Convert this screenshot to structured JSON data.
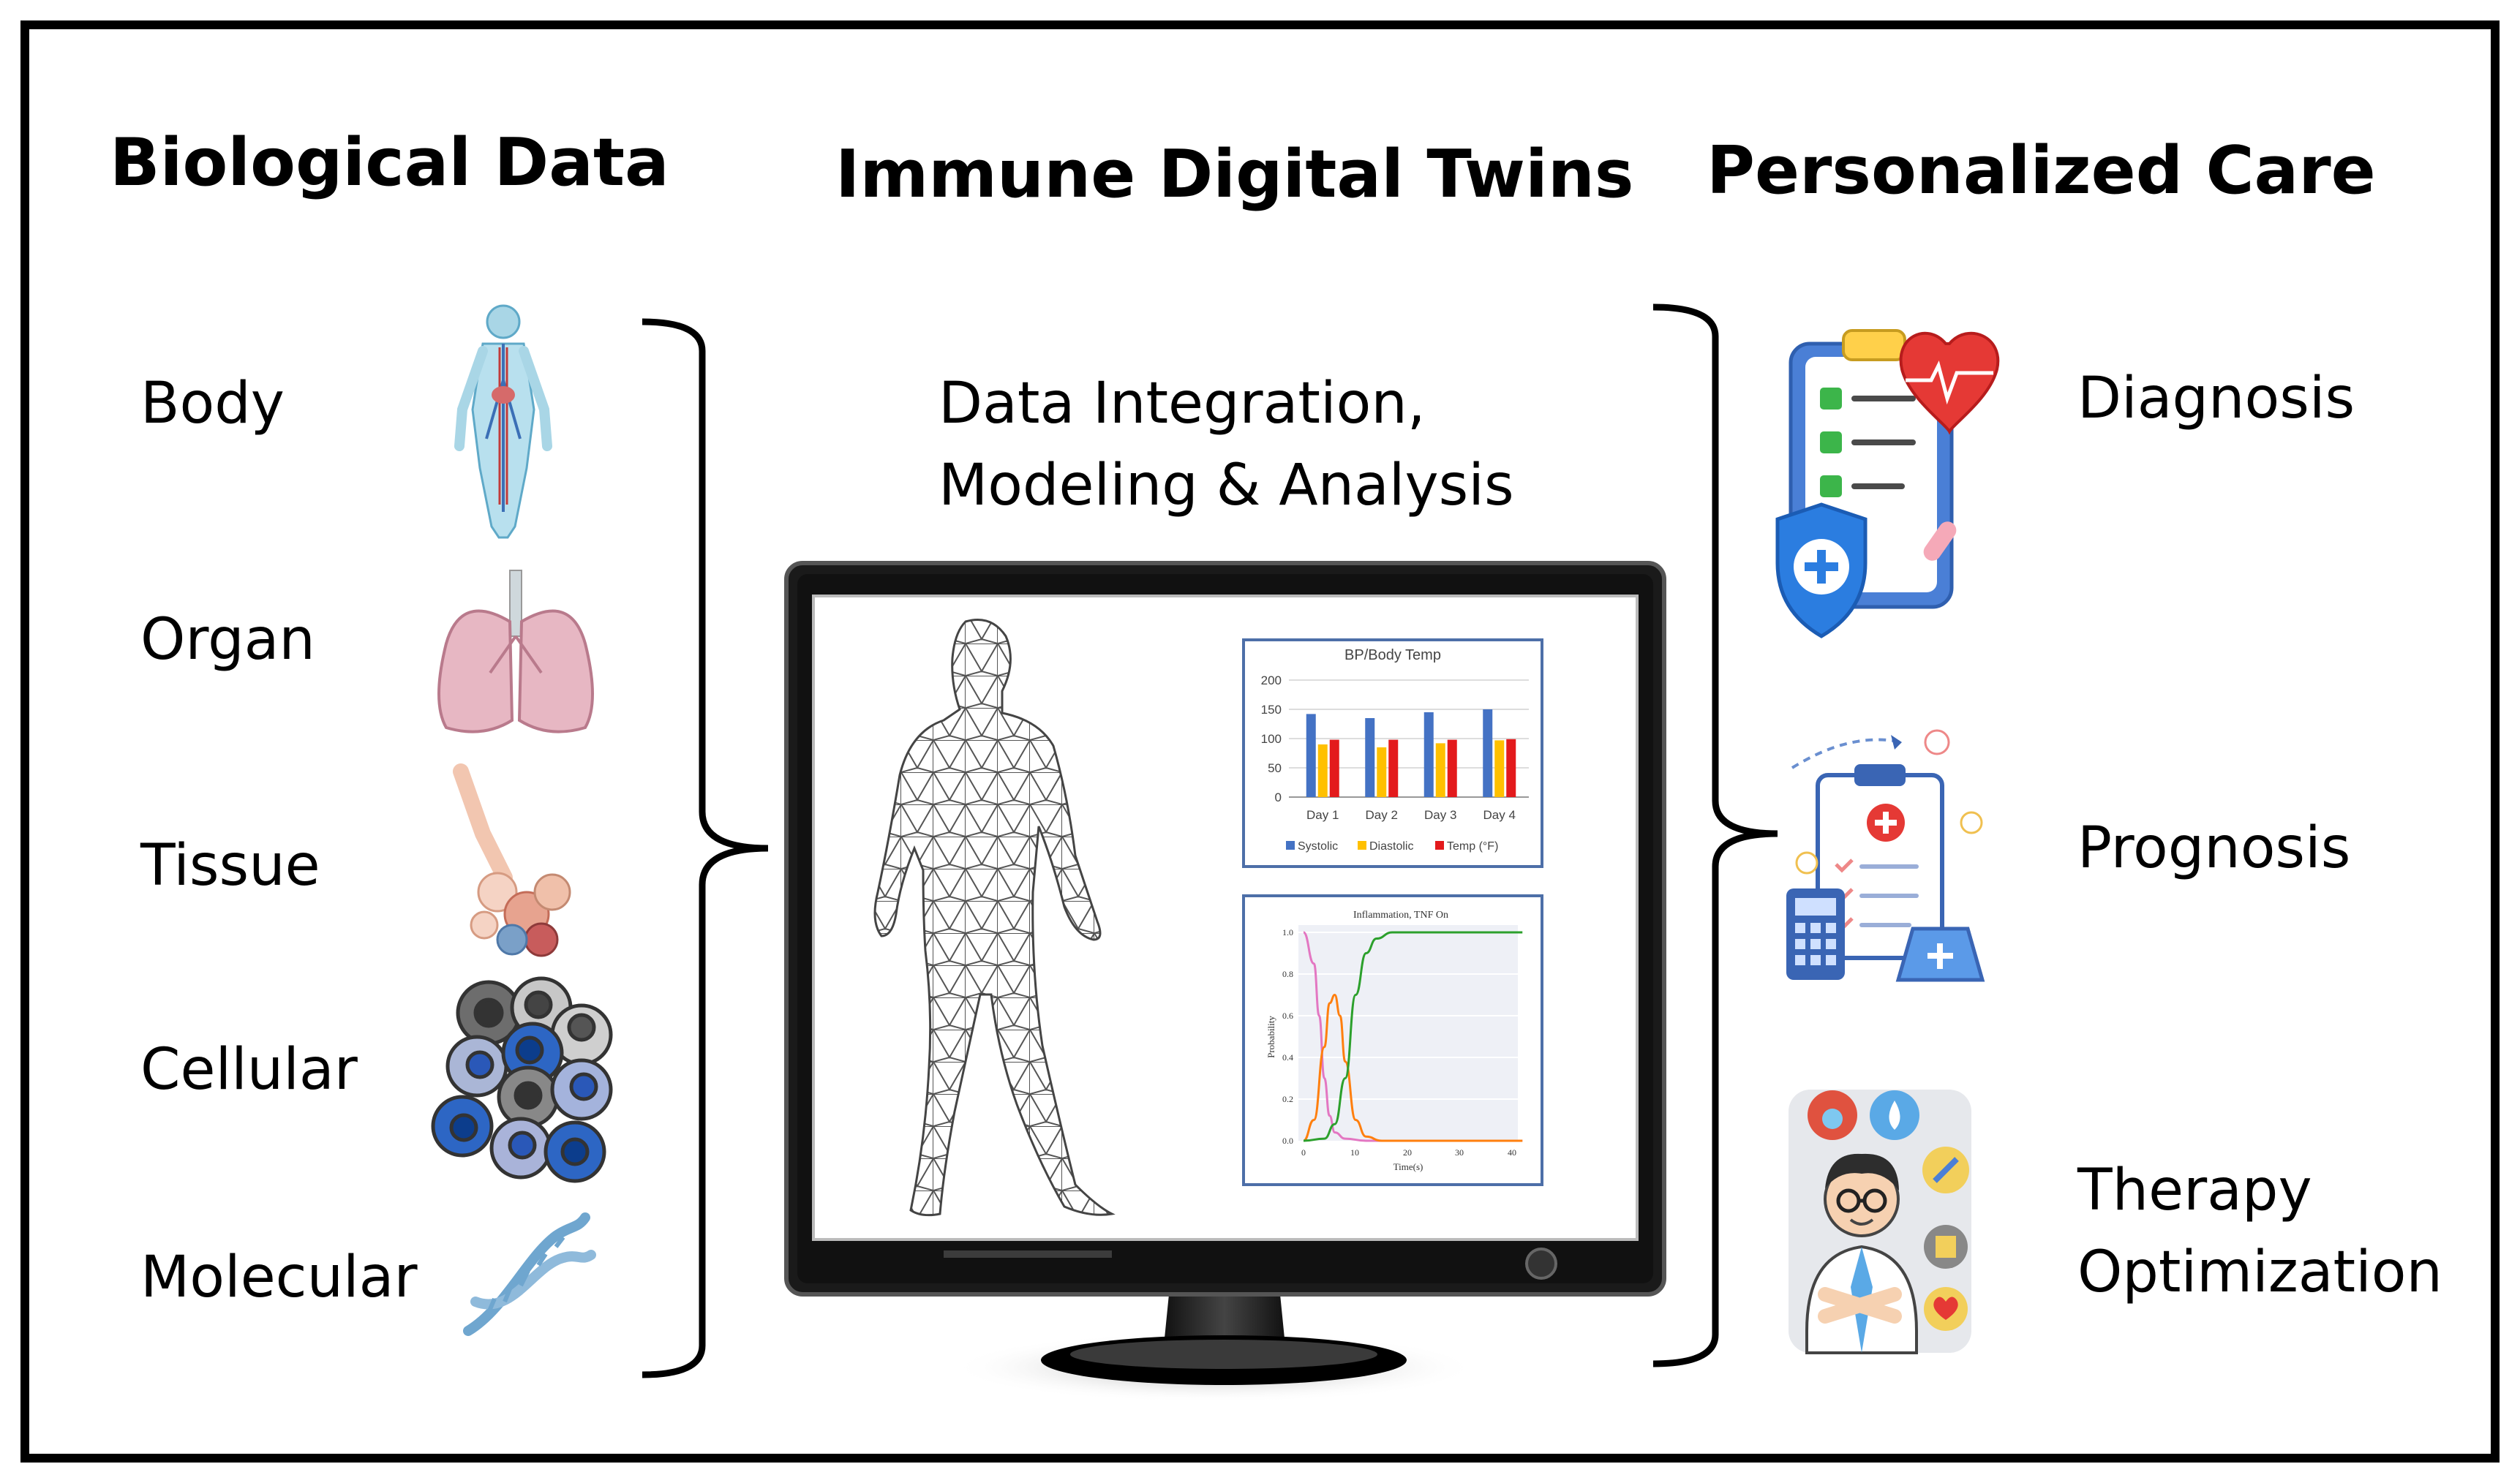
{
  "headings": {
    "biological_data": "Biological Data",
    "immune_digital_twins": "Immune Digital Twins",
    "personalized_care": "Personalized Care"
  },
  "biological_levels": [
    {
      "label": "Body",
      "icon": "human-body-vascular-icon"
    },
    {
      "label": "Organ",
      "icon": "lungs-icon"
    },
    {
      "label": "Tissue",
      "icon": "alveoli-tissue-icon"
    },
    {
      "label": "Cellular",
      "icon": "cells-cluster-icon"
    },
    {
      "label": "Molecular",
      "icon": "dna-helix-icon"
    }
  ],
  "center": {
    "caption_line1": "Data Integration,",
    "caption_line2": "Modeling & Analysis"
  },
  "care_outcomes": [
    {
      "label": "Diagnosis",
      "icon": "clipboard-heart-shield-icon"
    },
    {
      "label": "Prognosis",
      "icon": "clipboard-calculator-icon"
    },
    {
      "label_line1": "Therapy",
      "label_line2": "Optimization",
      "icon": "doctor-medications-icon"
    }
  ],
  "monitor": {
    "bar_chart": {
      "title": "BP/Body Temp",
      "yticks": [
        "0",
        "50",
        "100",
        "150",
        "200"
      ],
      "legend": [
        "Systolic",
        "Diastolic",
        "Temp (°F)"
      ],
      "colors": [
        "#4472c4",
        "#ffc000",
        "#e31a1c"
      ]
    },
    "line_chart": {
      "title": "Inflammation, TNF On",
      "ylabel": "Probability",
      "xlabel": "Time(s)",
      "yticks": [
        "0.0",
        "0.2",
        "0.4",
        "0.6",
        "0.8",
        "1.0"
      ],
      "xticks": [
        "0",
        "10",
        "20",
        "30",
        "40"
      ],
      "colors": [
        "#e377c2",
        "#ff7f0e",
        "#2ca02c"
      ]
    }
  },
  "chart_data": [
    {
      "type": "bar",
      "title": "BP/Body Temp",
      "categories": [
        "Day 1",
        "Day 2",
        "Day 3",
        "Day 4"
      ],
      "ylim": [
        0,
        200
      ],
      "series": [
        {
          "name": "Systolic",
          "values": [
            142,
            135,
            145,
            150
          ]
        },
        {
          "name": "Diastolic",
          "values": [
            90,
            85,
            92,
            97
          ]
        },
        {
          "name": "Temp (°F)",
          "values": [
            98,
            98,
            98,
            99
          ]
        }
      ]
    },
    {
      "type": "line",
      "title": "Inflammation, TNF On",
      "xlabel": "Time(s)",
      "ylabel": "Probability",
      "xlim": [
        0,
        42
      ],
      "ylim": [
        0,
        1
      ],
      "series": [
        {
          "values": [
            [
              0,
              1.0
            ],
            [
              2,
              0.85
            ],
            [
              3,
              0.6
            ],
            [
              4,
              0.3
            ],
            [
              5,
              0.12
            ],
            [
              6,
              0.04
            ],
            [
              8,
              0.01
            ],
            [
              12,
              0.0
            ],
            [
              42,
              0.0
            ]
          ]
        },
        {
          "values": [
            [
              0,
              0.0
            ],
            [
              2,
              0.1
            ],
            [
              4,
              0.45
            ],
            [
              5,
              0.66
            ],
            [
              6,
              0.7
            ],
            [
              7,
              0.6
            ],
            [
              8,
              0.38
            ],
            [
              10,
              0.1
            ],
            [
              12,
              0.02
            ],
            [
              15,
              0.0
            ],
            [
              42,
              0.0
            ]
          ]
        },
        {
          "values": [
            [
              0,
              0.0
            ],
            [
              4,
              0.01
            ],
            [
              6,
              0.08
            ],
            [
              8,
              0.3
            ],
            [
              10,
              0.7
            ],
            [
              12,
              0.9
            ],
            [
              14,
              0.97
            ],
            [
              17,
              1.0
            ],
            [
              42,
              1.0
            ]
          ]
        }
      ]
    }
  ]
}
